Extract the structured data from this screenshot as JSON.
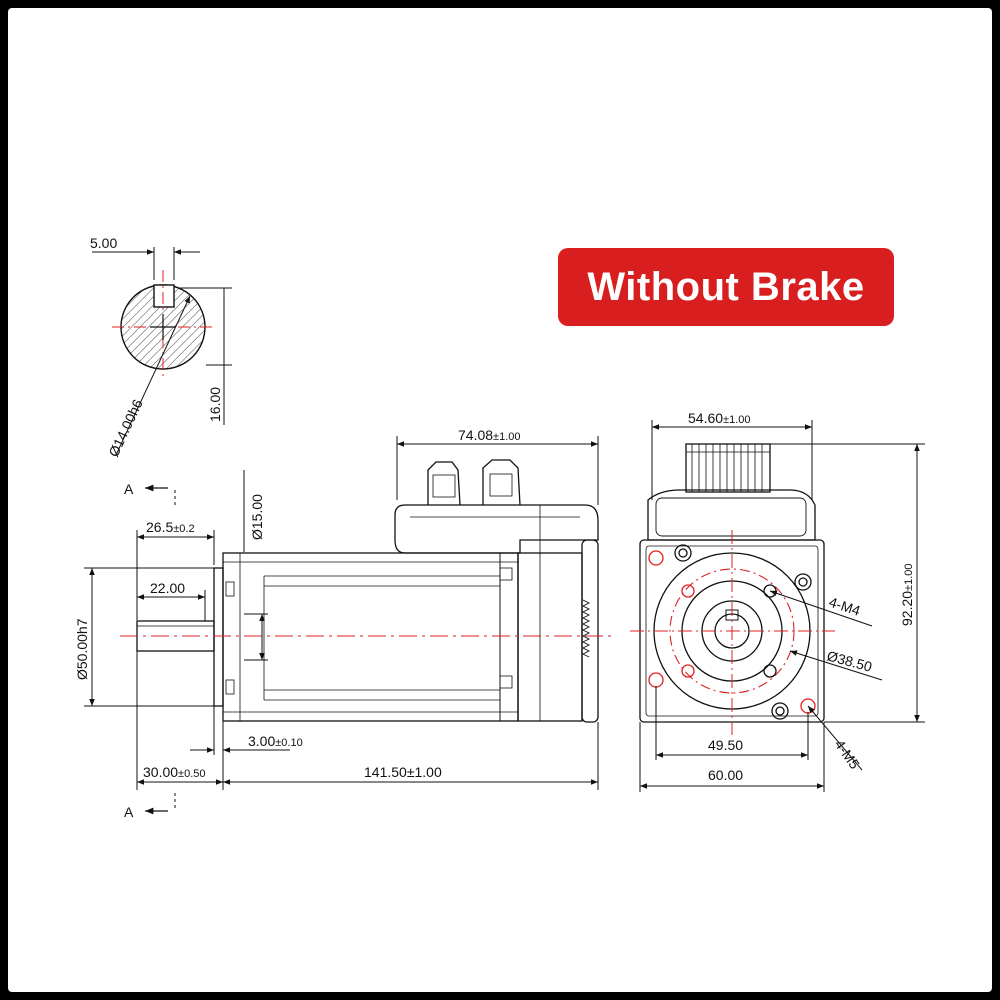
{
  "badge": {
    "label": "Without Brake",
    "color": "#d81e1e"
  },
  "colors": {
    "outline": "#111111",
    "centerline": "#e02020",
    "background": "#ffffff"
  },
  "shaft_section": {
    "key_width": "5.00",
    "height": "16.00",
    "diameter": "Ø14.00h6"
  },
  "side_view": {
    "section_label": "A",
    "top_length": "74.08",
    "top_length_tol": "±1.00",
    "flange_length": "26.5",
    "flange_length_tol": "±0.2",
    "boss_diameter": "Ø15.00",
    "key_length": "22.00",
    "pilot_diameter": "Ø50.00h7",
    "spigot": "3.00",
    "spigot_tol": "±0.10",
    "shaft_length": "30.00",
    "shaft_length_tol": "±0.50",
    "body_length": "141.50±1.00"
  },
  "front_view": {
    "connector_width": "54.60",
    "connector_width_tol": "±1.00",
    "total_height": "92.20",
    "total_height_tol": "±1.00",
    "thread_m4": "4-M4",
    "bolt_circle": "Ø38.50",
    "hole_spacing": "49.50",
    "flange_width": "60.00",
    "thread_m5": "4-M5"
  }
}
